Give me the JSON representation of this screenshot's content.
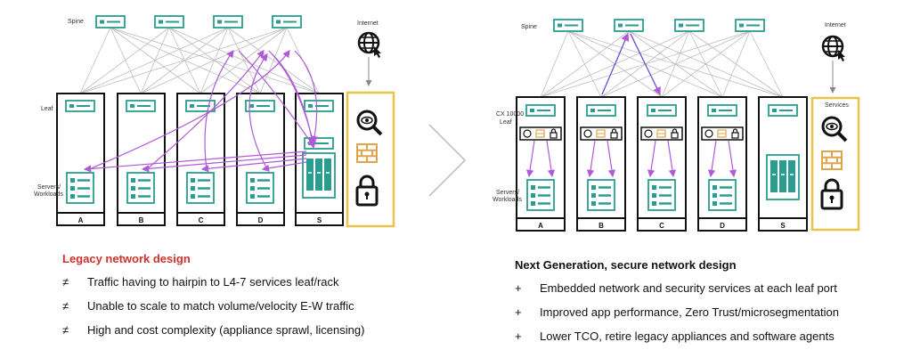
{
  "colors": {
    "accent_teal": "#2a9d8f",
    "traffic_purple": "#b05ad9",
    "services_yellow": "#e8c547",
    "legacy_red": "#d0312d",
    "mesh_gray": "#bdbdbd"
  },
  "left": {
    "spine_label": "Spine",
    "internet_label": "Internet",
    "leaf_label": "Leaf",
    "servers_label": "Servers/\nWorkloads",
    "racks": [
      "A",
      "B",
      "C",
      "D",
      "S"
    ],
    "heading": "Legacy network design",
    "bullet_symbol": "≠",
    "bullets": [
      "Traffic having to hairpin to L4-7 services leaf/rack",
      "Unable to scale to match volume/velocity E-W traffic",
      "High and cost complexity (appliance sprawl, licensing)"
    ]
  },
  "right": {
    "spine_label": "Spine",
    "internet_label": "Internet",
    "leaf_label": "CX 10000\nLeaf",
    "servers_label": "Servers/\nWorkloads",
    "services_label": "Services",
    "racks": [
      "A",
      "B",
      "C",
      "D",
      "S"
    ],
    "heading": "Next Generation, secure network design",
    "bullet_symbol": "+",
    "bullets": [
      "Embedded network and security services at each leaf port",
      "Improved app performance, Zero Trust/microsegmentation",
      "Lower TCO, retire legacy appliances and software agents"
    ]
  },
  "icons": [
    "globe-icon",
    "magnifier-eye-icon",
    "firewall-icon",
    "padlock-icon",
    "chevron-right-icon"
  ]
}
